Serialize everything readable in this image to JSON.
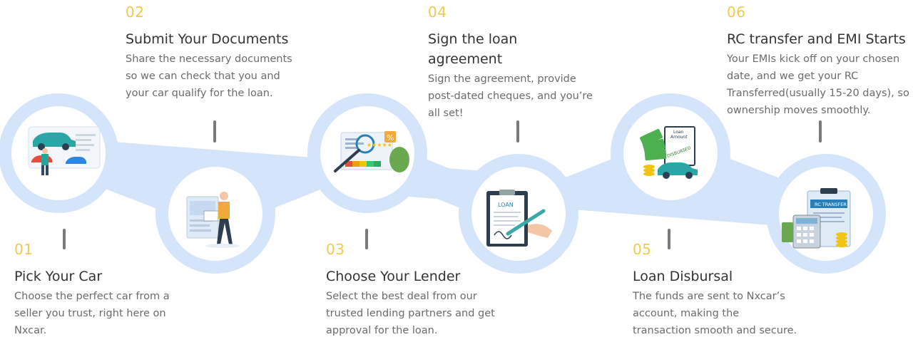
{
  "steps": [
    {
      "number": "01",
      "title": "Pick Your Car",
      "description": "Choose the perfect car from a seller you trust, right here on Nxcar."
    },
    {
      "number": "02",
      "title": "Submit Your Documents",
      "description": "Share the necessary documents so we can check that you and your car qualify for the loan."
    },
    {
      "number": "03",
      "title": "Choose Your Lender",
      "description": "Select the best deal from our trusted lending partners and get approval for the loan."
    },
    {
      "number": "04",
      "title": "Sign the loan agreement",
      "description": "Sign the agreement, provide post-dated cheques, and you’re all set!"
    },
    {
      "number": "05",
      "title": "Loan Disbursal",
      "description": "The funds are sent to Nxcar’s account, making the transaction smooth and secure."
    },
    {
      "number": "06",
      "title": "RC transfer and EMI Starts",
      "description": "Your EMIs kick off on your chosen date, and we get your RC Transferred(usually 15-20 days), so ownership moves smoothly."
    }
  ],
  "illustrations": {
    "step4": "LOAN",
    "step5a": "Loan",
    "step5b": "Amount",
    "step5c": "DISBURSED",
    "step6": "RC TRANSFER"
  },
  "colors": {
    "accent": "#f2c94c",
    "ring": "#d3e4fb",
    "inner": "#ffffff",
    "text": "#333333",
    "muted": "#6b6b6b",
    "connector": "#7a7a7a"
  }
}
